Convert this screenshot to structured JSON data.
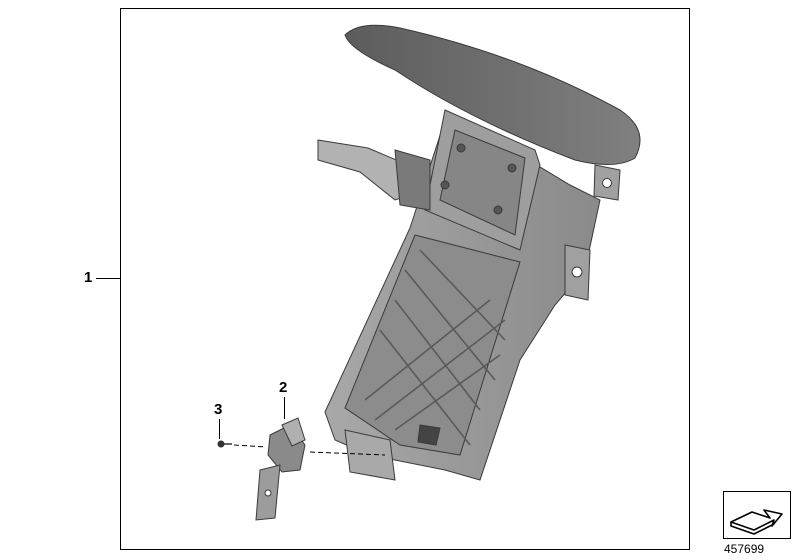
{
  "callouts": {
    "part_1": "1",
    "part_2": "2",
    "part_3": "3"
  },
  "reference_number": "457699",
  "icons": {
    "navigation": "arrow-navigation-icon"
  }
}
